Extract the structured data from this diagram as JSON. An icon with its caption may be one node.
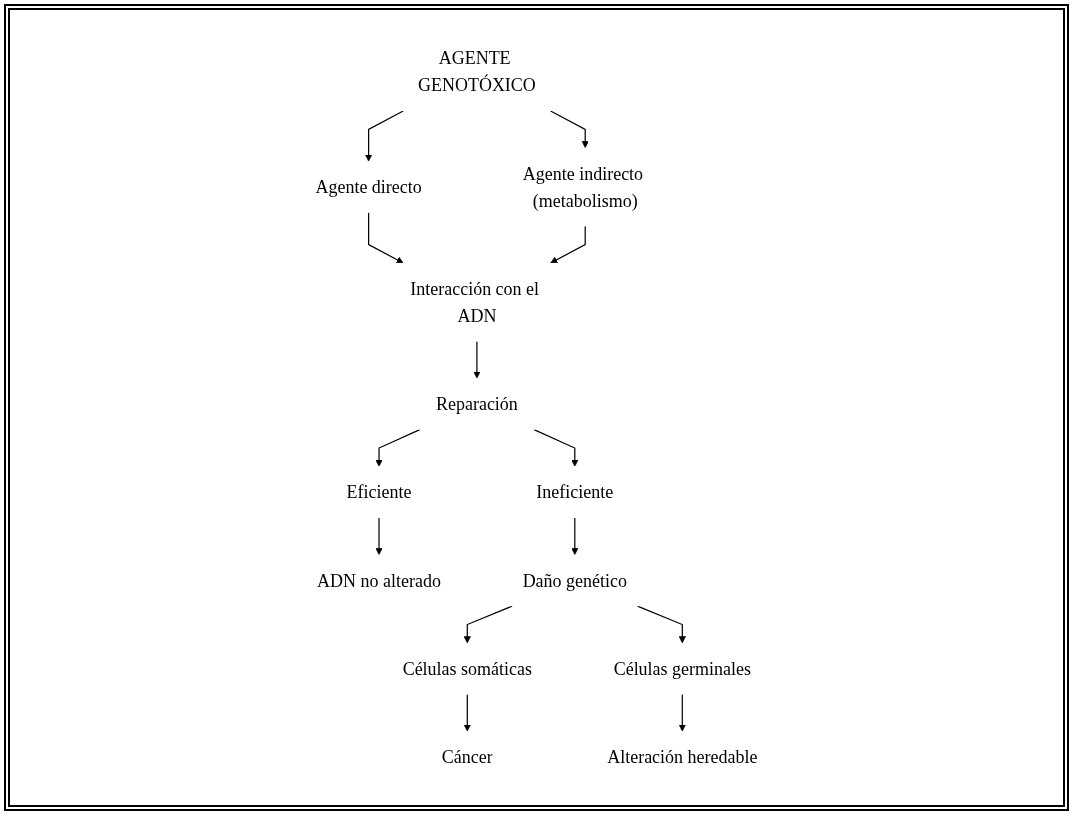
{
  "diagram": {
    "nodes": [
      {
        "text": [
          "AGENTE GENOTÓXICO"
        ]
      },
      {
        "text": [
          "Agente directo"
        ]
      },
      {
        "text": [
          "Agente indirecto (metabolismo)"
        ]
      },
      {
        "text": [
          "Interacción con el ADN"
        ]
      },
      {
        "text": [
          "Reparación"
        ]
      },
      {
        "text": [
          "Eficiente"
        ]
      },
      {
        "text": [
          "Ineficiente"
        ]
      },
      {
        "text": [
          "ADN no alterado"
        ]
      },
      {
        "text": [
          "Daño genético"
        ]
      },
      {
        "text": [
          "Células somáticas"
        ]
      },
      {
        "text": [
          "Células germinales"
        ]
      },
      {
        "text": [
          "Cáncer"
        ]
      },
      {
        "text": [
          "Alteración heredable"
        ]
      }
    ],
    "edges": [
      {
        "from": 0,
        "to": 1,
        "arrow": "to"
      },
      {
        "from": 0,
        "to": 2,
        "arrow": "to"
      },
      {
        "from": 1,
        "to": 3,
        "arrow": "to"
      },
      {
        "from": 2,
        "to": 3,
        "arrow": "to"
      },
      {
        "from": 3,
        "to": 4,
        "arrow": "to"
      },
      {
        "from": 4,
        "to": 5,
        "arrow": "to"
      },
      {
        "from": 4,
        "to": 6,
        "arrow": "to"
      },
      {
        "from": 5,
        "to": 7,
        "arrow": "to"
      },
      {
        "from": 6,
        "to": 8,
        "arrow": "to"
      },
      {
        "from": 8,
        "to": 9,
        "arrow": "to"
      },
      {
        "from": 8,
        "to": 10,
        "arrow": "to"
      },
      {
        "from": 9,
        "to": 11,
        "arrow": "to"
      },
      {
        "from": 10,
        "to": 12,
        "arrow": "to"
      }
    ]
  }
}
